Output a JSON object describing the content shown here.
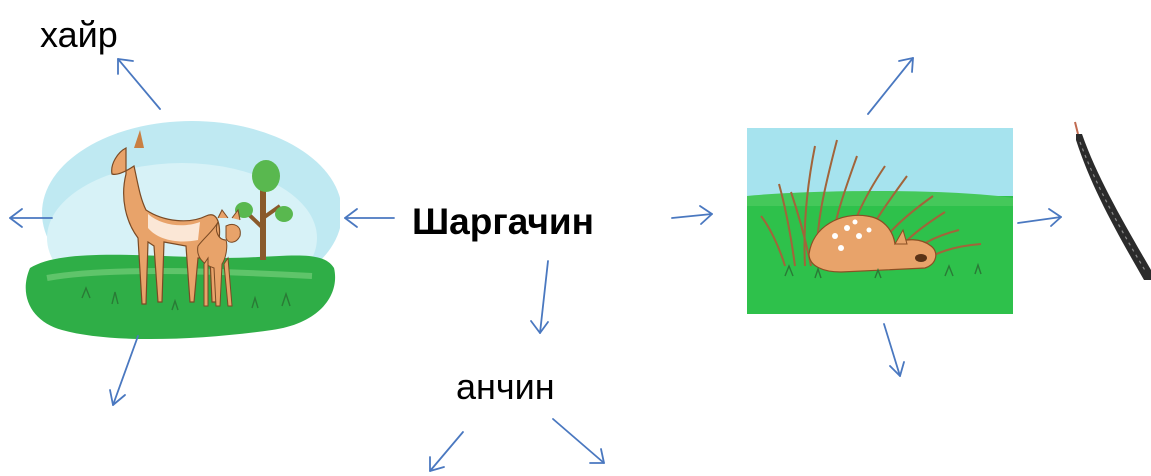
{
  "words": {
    "top_left": "хайр",
    "center": "Шаргачин",
    "bottom": "анчин"
  },
  "images": {
    "left": "antelope-mother-and-fawn-illustration",
    "right": "fawn-lying-in-grass-illustration",
    "far_right": "black-instrument-partial"
  },
  "colors": {
    "arrow": "#4a78c0",
    "text": "#000000",
    "sky": "#aee3ef",
    "grass": "#35b34a",
    "animal": "#e8a36a"
  }
}
